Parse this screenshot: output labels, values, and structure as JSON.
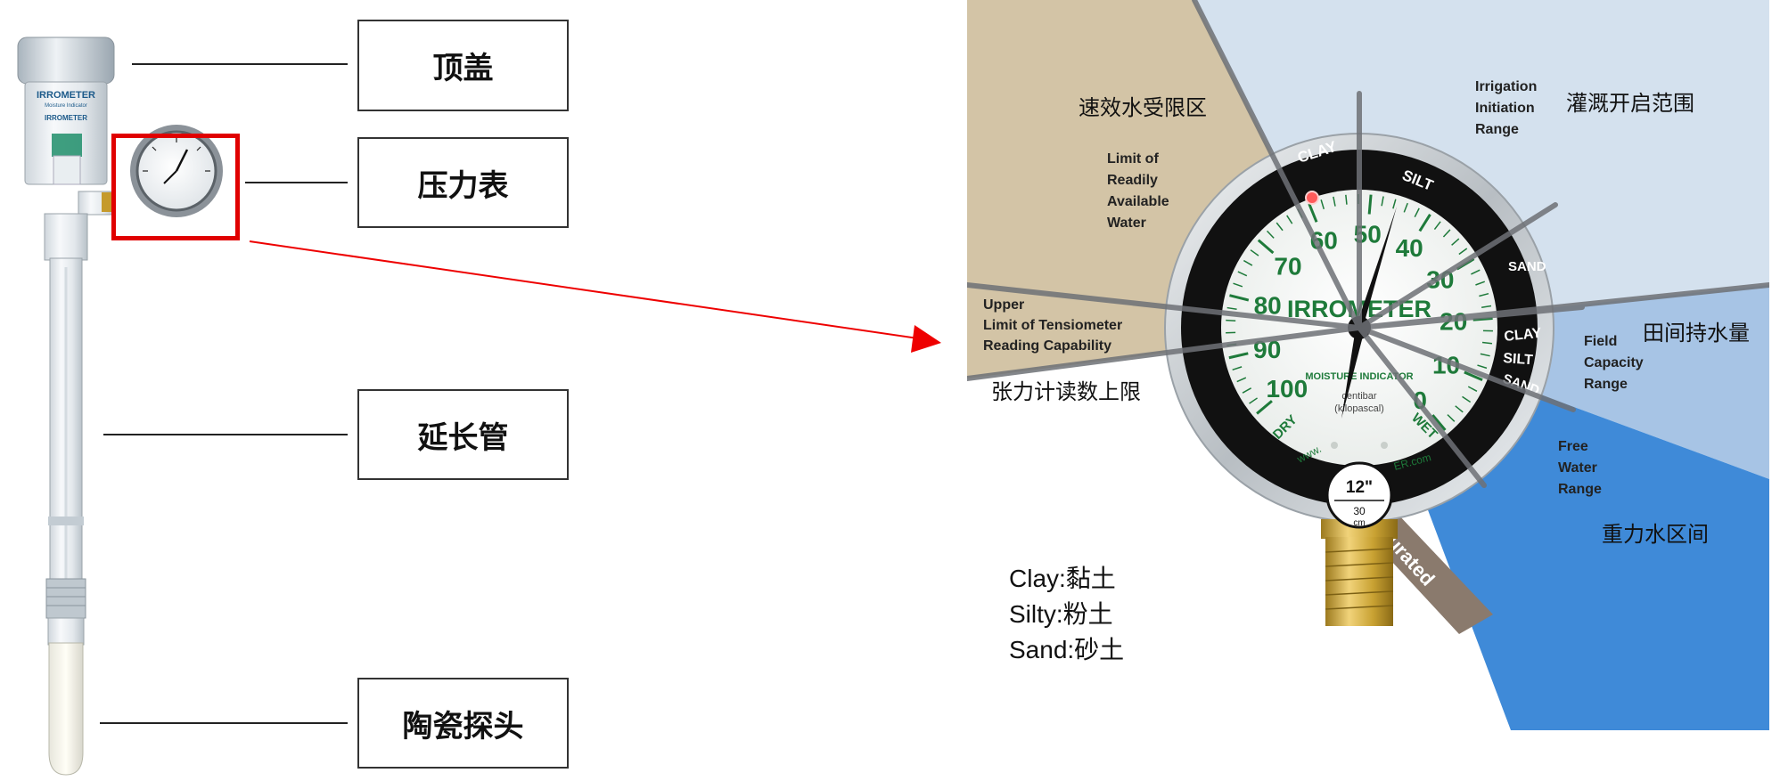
{
  "callouts": {
    "cap": "顶盖",
    "gauge": "压力表",
    "extension_tube": "延长管",
    "ceramic_probe": "陶瓷探头"
  },
  "device": {
    "cap_brand": "IRROMETER",
    "cap_subtitle": "Moisture Indicator",
    "body_brand": "IRROMETER"
  },
  "dial": {
    "brand": "IRROMETER",
    "subtitle": "MOISTURE INDICATOR",
    "unit_line1": "centibar",
    "unit_line2": "(kilopascal)",
    "depth_inches": "12\"",
    "depth_cm_value": "30",
    "depth_cm_unit": "cm",
    "dry": "DRY",
    "wet": "WET",
    "url_fragment": "ER.com",
    "url_prefix": "www.",
    "ticks": [
      "0",
      "10",
      "20",
      "30",
      "40",
      "50",
      "60",
      "70",
      "80",
      "90",
      "100"
    ],
    "soil_labels": {
      "clay_top": "CLAY",
      "silt_top": "SILT",
      "sand_top": "SAND",
      "clay_right": "CLAY",
      "silt_right": "SILT",
      "sand_right": "SAND"
    }
  },
  "zones": {
    "limit_readily_available_en": [
      "Limit of",
      "Readily",
      "Available",
      "Water"
    ],
    "limit_readily_available_cn": "速效水受限区",
    "irrigation_initiation_en": [
      "Irrigation",
      "Initiation",
      "Range"
    ],
    "irrigation_initiation_cn": "灌溉开启范围",
    "upper_limit_en": [
      "Upper",
      "Limit of Tensiometer",
      "Reading Capability"
    ],
    "upper_limit_cn": "张力计读数上限",
    "field_capacity_en": [
      "Field",
      "Capacity",
      "Range"
    ],
    "field_capacity_cn": "田间持水量",
    "free_water_en": [
      "Free",
      "Water",
      "Range"
    ],
    "free_water_cn": "重力水区间",
    "saturated": "Saturated"
  },
  "legend": [
    "Clay:黏土",
    "Silty:粉土",
    "Sand:砂土"
  ],
  "colors": {
    "tan_zone": "#d3c4a6",
    "light_blue_zone": "#d4e1ee",
    "mid_blue_zone": "#a7c4e5",
    "deep_blue_zone": "#3f8ad8",
    "arrow_red": "#ee0000",
    "dial_green": "#1e7a3a",
    "bezel_black": "#111111",
    "brass": "#c9a233"
  }
}
